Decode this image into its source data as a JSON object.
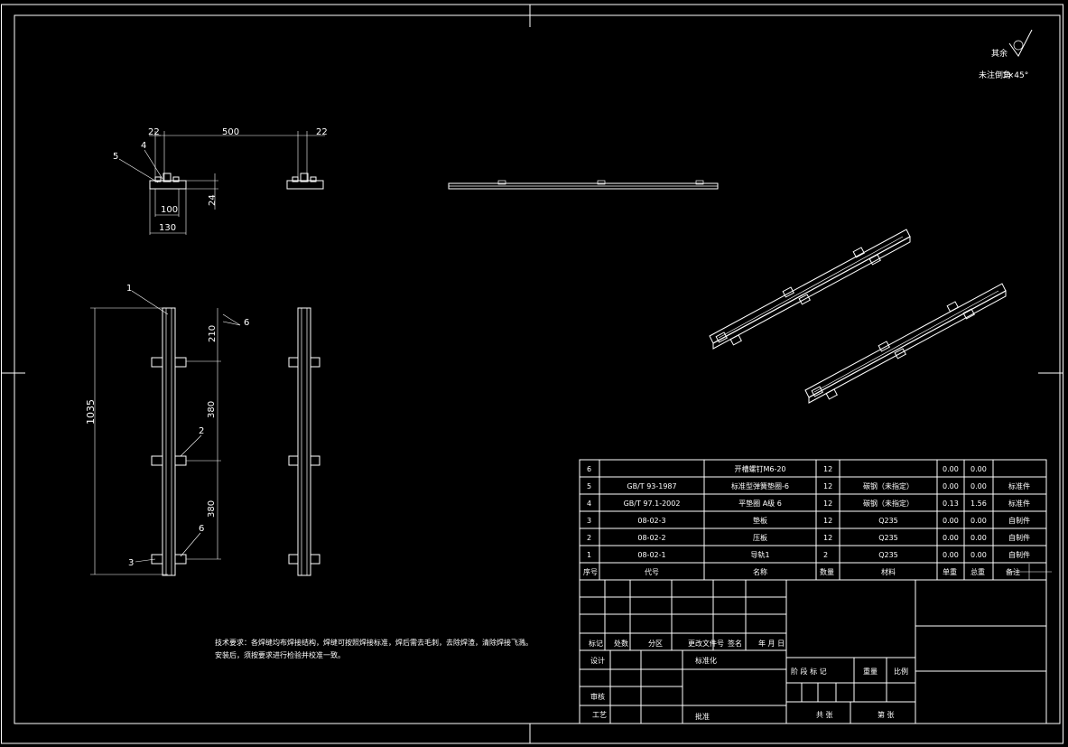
{
  "surface": {
    "label": "其余",
    "chamfer_label": "未注倒角",
    "chamfer_value": "1×45°"
  },
  "top_view": {
    "dims": [
      "22",
      "500",
      "22"
    ],
    "right_dim": "24",
    "width_inner": "100",
    "width_outer": "130",
    "callouts": [
      "5",
      "4"
    ]
  },
  "front_view": {
    "height": "1035",
    "spacing": [
      "210",
      "380",
      "380"
    ],
    "callouts": [
      "1",
      "6",
      "2",
      "6",
      "3"
    ]
  },
  "notes": {
    "line1": "技术要求：各焊缝均布焊接结构，焊缝可按照焊接标准，焊后需去毛刺，去除焊渣，清除焊接飞溅。",
    "line2": "安装后，须按要求进行检验并校准一致。"
  },
  "bom": {
    "rows": [
      {
        "no": "6",
        "code": "",
        "name": "开槽螺钉M6-20",
        "qty": "12",
        "material": "",
        "single": "0.00",
        "total": "0.00",
        "remark": ""
      },
      {
        "no": "5",
        "code": "GB/T 93-1987",
        "name": "标准型弹簧垫圈-6",
        "qty": "12",
        "material": "碳钢（未指定）",
        "single": "0.00",
        "total": "0.00",
        "remark": "标准件"
      },
      {
        "no": "4",
        "code": "GB/T 97.1-2002",
        "name": "平垫圈 A级 6",
        "qty": "12",
        "material": "碳钢（未指定）",
        "single": "0.13",
        "total": "1.56",
        "remark": "标准件"
      },
      {
        "no": "3",
        "code": "08-02-3",
        "name": "垫板",
        "qty": "12",
        "material": "Q235",
        "single": "0.00",
        "total": "0.00",
        "remark": "自制件"
      },
      {
        "no": "2",
        "code": "08-02-2",
        "name": "压板",
        "qty": "12",
        "material": "Q235",
        "single": "0.00",
        "total": "0.00",
        "remark": "自制件"
      },
      {
        "no": "1",
        "code": "08-02-1",
        "name": "导轨1",
        "qty": "2",
        "material": "Q235",
        "single": "0.00",
        "total": "0.00",
        "remark": "自制件"
      }
    ],
    "header": {
      "no": "序号",
      "code": "代号",
      "name": "名称",
      "qty": "数量",
      "material": "材料",
      "single": "单重",
      "total": "总重",
      "remark": "备注"
    }
  },
  "title_block": {
    "mark": "标记",
    "count": "处数",
    "zone": "分区",
    "change_doc": "更改文件号",
    "sign": "签名",
    "date": "年 月 日",
    "design": "设计",
    "standardize": "标准化",
    "review": "审核",
    "process": "工艺",
    "approve": "批准",
    "stage_mark": "阶 段 标 记",
    "weight": "重量",
    "scale": "比例",
    "sheets_total": "共  张",
    "sheet_no": "第  张"
  }
}
